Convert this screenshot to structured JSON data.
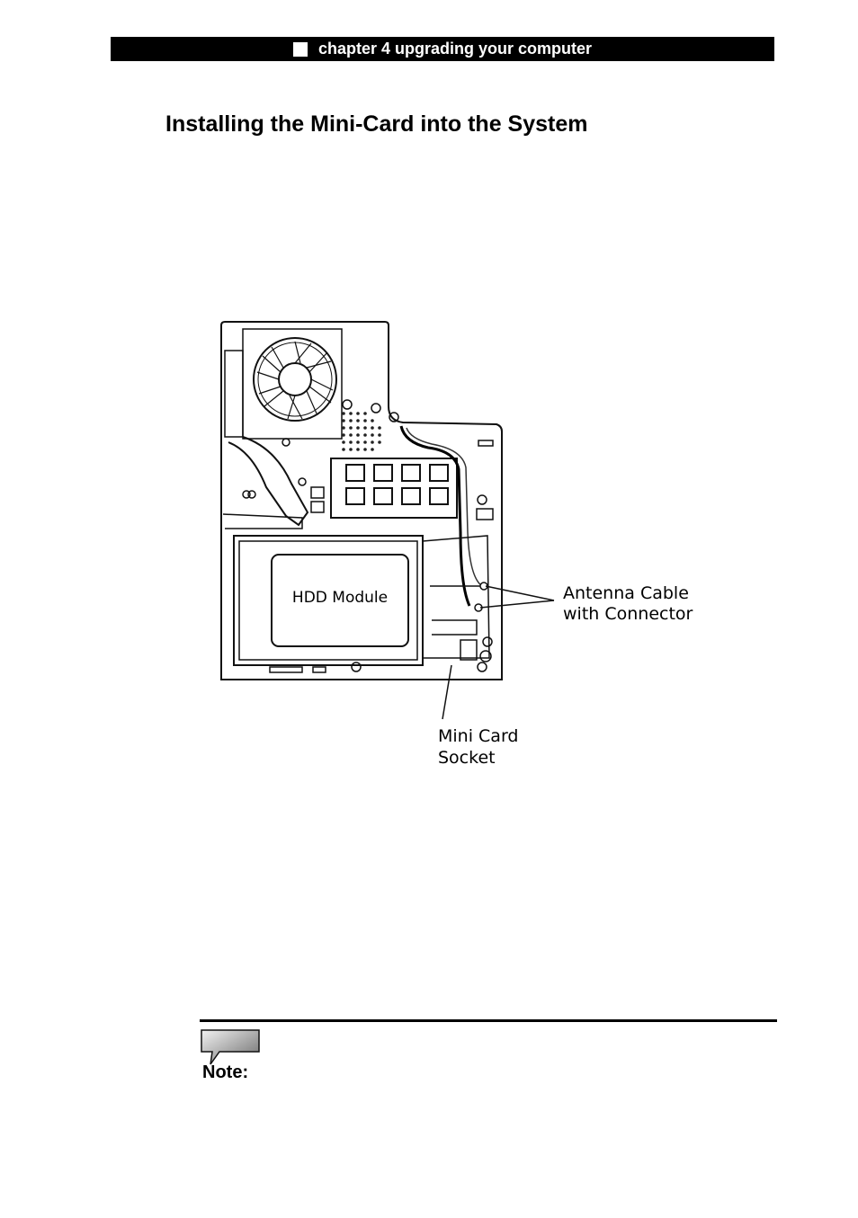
{
  "header": {
    "chapter": "chapter 4 upgrading your computer"
  },
  "page": {
    "title": "Installing the Mini-Card into the System"
  },
  "figure": {
    "hdd_label": "HDD Module",
    "callout_antenna_line1": "Antenna Cable",
    "callout_antenna_line2": "with Connector",
    "callout_socket_line1": "Mini Card",
    "callout_socket_line2": "Socket"
  },
  "note": {
    "label": "Note:"
  }
}
